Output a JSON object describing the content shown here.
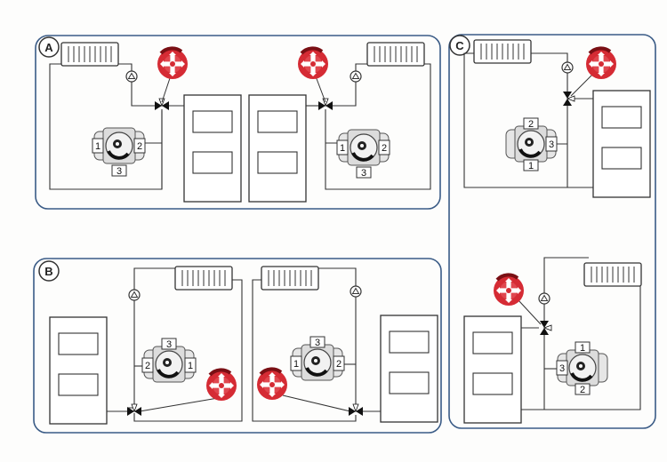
{
  "panels": {
    "a": {
      "letter": "A"
    },
    "b": {
      "letter": "B"
    },
    "c": {
      "letter": "C"
    }
  },
  "valve_ports": {
    "a_left": {
      "left": "1",
      "right": "2",
      "bottom": "3"
    },
    "a_right": {
      "left": "1",
      "right": "2",
      "bottom": "3"
    },
    "b_left": {
      "top": "3",
      "left": "2",
      "right": "1"
    },
    "b_right": {
      "top": "3",
      "left": "1",
      "right": "2"
    },
    "c_top": {
      "top": "2",
      "right": "3",
      "bottom": "1"
    },
    "c_bottom": {
      "top": "1",
      "left": "3",
      "bottom": "2"
    }
  },
  "colors": {
    "panel_border": "#3a5b86",
    "line": "#333333",
    "actuator_red": "#d52b34",
    "actuator_dark": "#7a0f14",
    "background": "#fdfdfc"
  },
  "icons": {
    "actuator": "actuator-icon",
    "radiator": "radiator-icon",
    "pump": "pump-icon",
    "boiler": "boiler-icon",
    "valve": "mixing-valve-icon",
    "three_way_valve": "three-way-valve-icon"
  }
}
